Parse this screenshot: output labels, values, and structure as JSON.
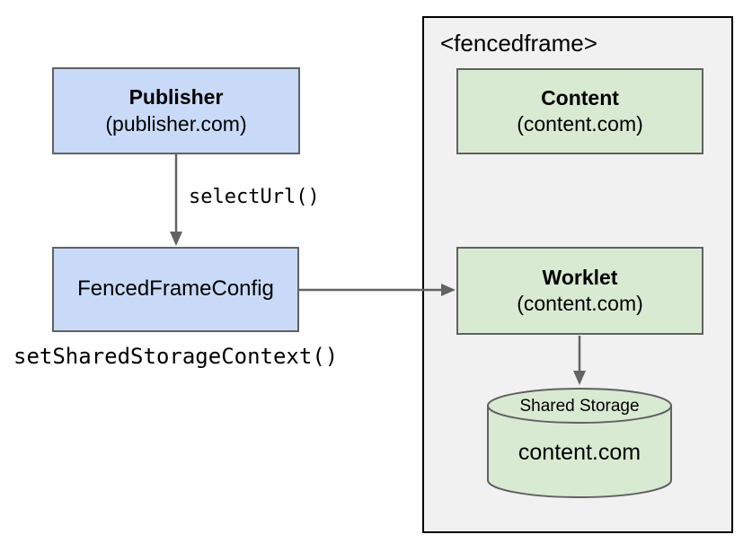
{
  "colors": {
    "blue_fill": "#c9daf8",
    "green_fill": "#d9ead3",
    "grey_fill": "#f1f1f1",
    "box_border": "#616161",
    "container_border": "#000000",
    "arrow": "#636363",
    "text": "#000000",
    "canvas_bg": "#ffffff"
  },
  "container": {
    "title": "<fencedframe>"
  },
  "boxes": {
    "publisher": {
      "title": "Publisher",
      "subtitle": "(publisher.com)"
    },
    "fenced_frame_config": {
      "title": "FencedFrameConfig"
    },
    "content": {
      "title": "Content",
      "subtitle": "(content.com)"
    },
    "worklet": {
      "title": "Worklet",
      "subtitle": "(content.com)"
    }
  },
  "labels": {
    "select_url": "selectUrl()",
    "set_shared_storage_context": "setSharedStorageContext()"
  },
  "cylinder": {
    "title": "Shared Storage",
    "subtitle": "content.com"
  }
}
